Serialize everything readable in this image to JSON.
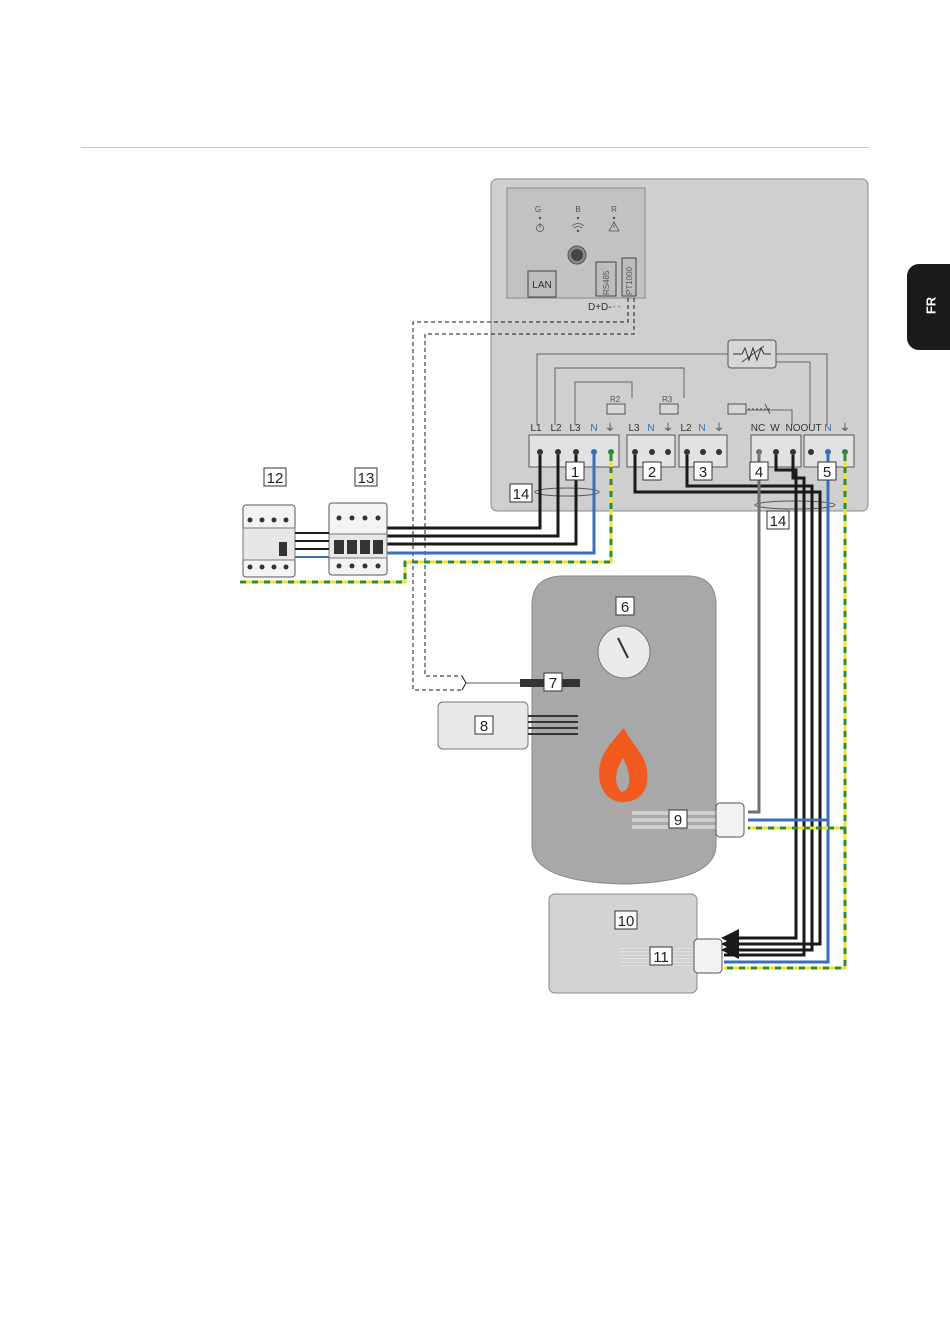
{
  "language_tab": "FR",
  "control_panel": {
    "led_labels": [
      "G",
      "B",
      "R"
    ],
    "lan_label": "LAN",
    "rs485_label": "RS485",
    "pt1000_label": "PT1000",
    "dd_label": "D+D-"
  },
  "terminals": {
    "block1": [
      "L1",
      "L2",
      "L3",
      "N",
      "⏚"
    ],
    "block2": [
      "L3",
      "N",
      "⏚"
    ],
    "block3": [
      "L2",
      "N",
      "⏚"
    ],
    "block4": [
      "NC",
      "W",
      "NO"
    ],
    "block5": [
      "OUT",
      "N",
      "⏚"
    ],
    "relay_r2": "R2",
    "relay_r3": "R3"
  },
  "callouts": {
    "c1": "1",
    "c2": "2",
    "c3": "3",
    "c4": "4",
    "c5": "5",
    "c6": "6",
    "c7": "7",
    "c8": "8",
    "c9": "9",
    "c10": "10",
    "c11": "11",
    "c12": "12",
    "c13": "13",
    "c14a": "14",
    "c14b": "14"
  },
  "colors": {
    "black_wire": "#1a1a1a",
    "blue_wire": "#3a6fb5",
    "green_wire": "#2e8b3a",
    "yellow_wire": "#f0e030",
    "gray_wire": "#707070",
    "flame": "#f05a1e",
    "panel": "#cfcfcf",
    "tank": "#a8a8a8"
  }
}
